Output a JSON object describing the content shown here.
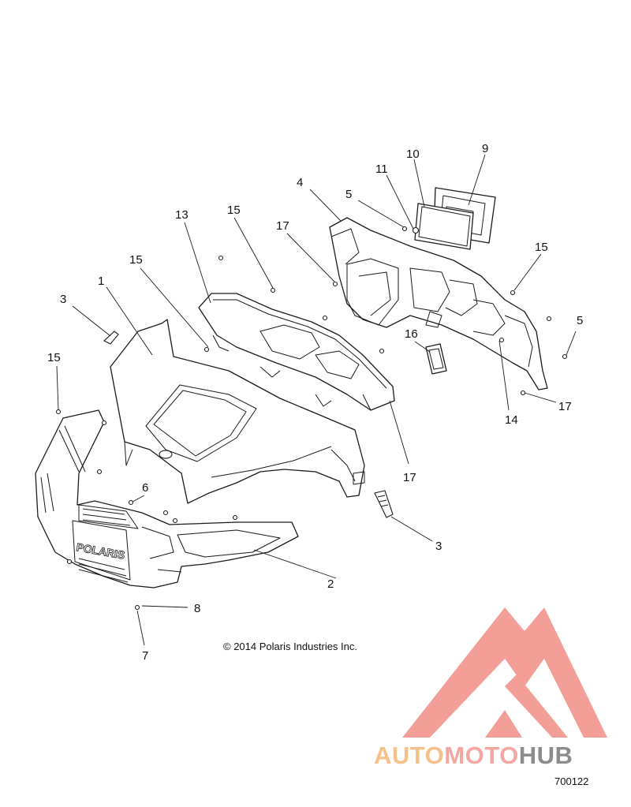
{
  "copyright": "© 2014 Polaris Industries Inc.",
  "figure_number": "700122",
  "watermark": {
    "part1": "AUTO",
    "part2": "MOTO",
    "part3": "HUB",
    "colors": {
      "auto": "#f5c08a",
      "moto": "#f3a7a0",
      "hub": "#8c8c8c",
      "logo": "#f28f87"
    }
  },
  "bumper_emblem": "POLARIS",
  "callouts": {
    "c1": "1",
    "c2": "2",
    "c3a": "3",
    "c3b": "3",
    "c4": "4",
    "c5a": "5",
    "c5b": "5",
    "c6": "6",
    "c7": "7",
    "c8": "8",
    "c9": "9",
    "c10": "10",
    "c11": "11",
    "c13": "13",
    "c14": "14",
    "c15a": "15",
    "c15b": "15",
    "c15c": "15",
    "c15d": "15",
    "c16": "16",
    "c17a": "17",
    "c17b": "17",
    "c17c": "17"
  }
}
